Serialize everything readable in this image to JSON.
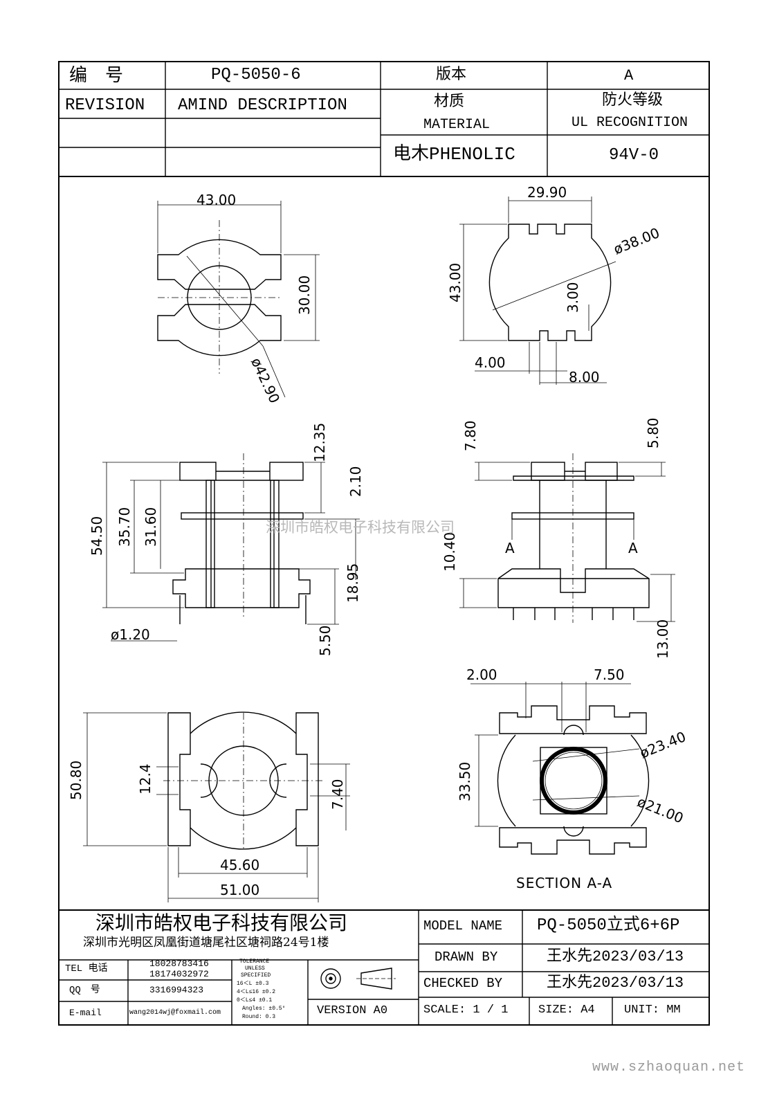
{
  "header": {
    "number_label": "编　号",
    "number_value": "PQ-5050-6",
    "version_label": "版本",
    "version_value": "A",
    "revision_label": "REVISION",
    "amind_label": "AMIND DESCRIPTION",
    "material_label_cn": "材质",
    "material_label_en": "MATERIAL",
    "fire_label_cn": "防火等级",
    "fire_label_en": "UL RECOGNITION",
    "material_value": "电木PHENOLIC",
    "fire_value": "94V-0"
  },
  "views": {
    "top_left": {
      "width": "43.00",
      "height": "30.00",
      "diameter": "ø42.90"
    },
    "top_right": {
      "width": "29.90",
      "height": "43.00",
      "diameter": "ø38.00",
      "slot_depth": "3.00",
      "slot_width": "4.00",
      "offset": "8.00"
    },
    "side_left": {
      "total_height": "54.50",
      "h1": "35.70",
      "h2": "31.60",
      "top": "12.35",
      "flange": "2.10",
      "lower": "18.95",
      "pin_len": "5.50",
      "pin_dia": "ø1.20"
    },
    "side_right": {
      "d1": "7.80",
      "d2": "5.80",
      "d3": "10.40",
      "d4": "13.00",
      "section_mark_left": "A",
      "section_mark_right": "A"
    },
    "bottom_left": {
      "height": "50.80",
      "gap": "12.4",
      "gap2": "7.40",
      "inner_width": "45.60",
      "outer_width": "51.00"
    },
    "section": {
      "d1": "2.00",
      "d2": "7.50",
      "height": "33.50",
      "outer_dia": "ø23.40",
      "inner_dia": "ø21.00",
      "title": "SECTION A-A"
    }
  },
  "watermark": "深圳市皓权电子科技有限公司",
  "footer": {
    "company": "深圳市皓权电子科技有限公司",
    "address": "深圳市光明区凤凰街道塘尾社区塘祠路24号1楼",
    "tel_label": "TEL 电话",
    "tel_1": "18028783416",
    "tel_2": "18174032972",
    "qq_label": "QQ　号",
    "qq_value": "3316994323",
    "email_label": "E-mail",
    "email_value": "wang2014wj@foxmail.com",
    "tolerance_title": "TOLERANCE",
    "tolerance_unless": "UNLESS",
    "tolerance_specified": "SPECIFIED",
    "tol_1": "16＜L        ±0.3",
    "tol_2": "4＜L≤16      ±0.2",
    "tol_3": "0＜L≤4       ±0.1",
    "tol_4": "Angles: ±0.5°",
    "tol_5": "Round: 0.3",
    "version": "VERSION A0",
    "model_label": "MODEL NAME",
    "model_value": "PQ-5050立式6+6P",
    "drawn_label": "DRAWN BY",
    "drawn_value": "王水先2023/03/13",
    "checked_label": "CHECKED BY",
    "checked_value": "王水先2023/03/13",
    "scale_label": "SCALE: 1 / 1",
    "size_label": "SIZE: A4",
    "unit_label": "UNIT: MM"
  },
  "site_url": "www.szhaoquan.net"
}
